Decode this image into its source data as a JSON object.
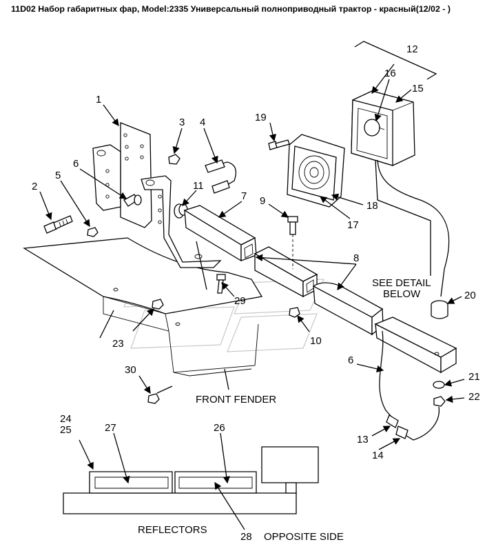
{
  "header": {
    "title": "11D02 Набор габаритных фар, Model:2335 Универсальный полноприводный трактор - красный(12/02 - )"
  },
  "callouts": [
    "1",
    "2",
    "3",
    "4",
    "5",
    "6",
    "7",
    "8",
    "9",
    "10",
    "11",
    "12",
    "13",
    "14",
    "15",
    "16",
    "17",
    "18",
    "19",
    "20",
    "21",
    "22",
    "23",
    "29",
    "30",
    "6",
    "24",
    "25",
    "27",
    "26",
    "28"
  ],
  "labels": {
    "see_detail_1": "SEE DETAIL",
    "see_detail_2": "BELOW",
    "front_fender": "FRONT FENDER",
    "reflectors": "REFLECTORS",
    "opposite_side": "OPPOSITE SIDE"
  }
}
